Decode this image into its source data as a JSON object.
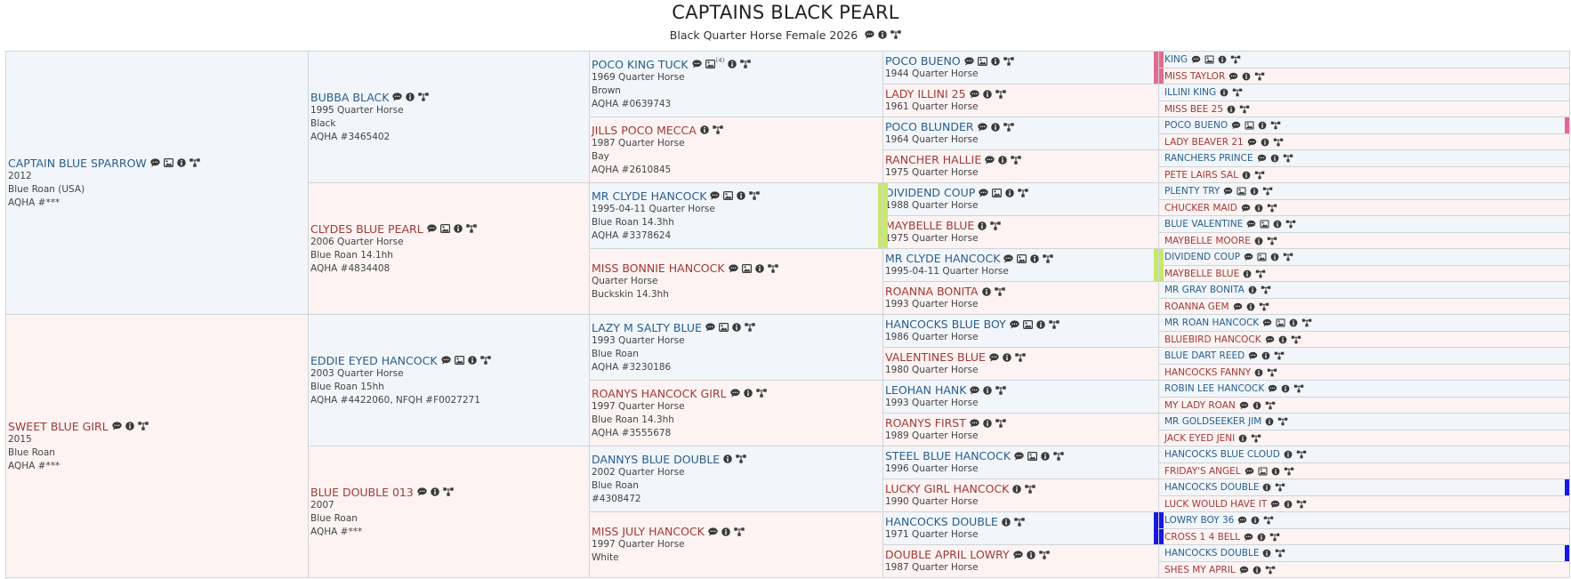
{
  "page": {
    "title": "CAPTAINS BLACK PEARL",
    "subtitle": "Black Quarter Horse Female 2026"
  },
  "colors": {
    "sire_bg": "#f2f6fb",
    "dam_bg": "#fdf3f3",
    "sire_text": "#2a5d8c",
    "dam_text": "#a03a36",
    "mark_pink": "#e36a8e",
    "mark_green": "#c8e86a",
    "mark_blue": "#1818e0"
  },
  "generations": [
    [
      {
        "name": "CAPTAIN BLUE SPARROW",
        "sex": "sire",
        "icons": [
          "comment-icon",
          "image-icon",
          "info-icon",
          "tree-icon"
        ],
        "lines": [
          "2012",
          "Blue Roan (USA)",
          "AQHA #***"
        ]
      },
      {
        "name": "SWEET BLUE GIRL",
        "sex": "dam",
        "icons": [
          "comment-icon",
          "info-icon",
          "tree-icon"
        ],
        "lines": [
          "2015",
          "Blue Roan",
          "AQHA #***"
        ]
      }
    ],
    [
      {
        "name": "BUBBA BLACK",
        "sex": "sire",
        "icons": [
          "comment-icon",
          "info-icon",
          "tree-icon"
        ],
        "lines": [
          "1995 Quarter Horse",
          "Black",
          "AQHA #3465402"
        ]
      },
      {
        "name": "CLYDES BLUE PEARL",
        "sex": "dam",
        "icons": [
          "comment-icon",
          "image-icon",
          "info-icon",
          "tree-icon"
        ],
        "lines": [
          "2006 Quarter Horse",
          "Blue Roan 14.1hh",
          "AQHA #4834408"
        ]
      },
      {
        "name": "EDDIE EYED HANCOCK",
        "sex": "sire",
        "icons": [
          "comment-icon",
          "image-icon",
          "info-icon",
          "tree-icon"
        ],
        "lines": [
          "2003 Quarter Horse",
          "Blue Roan 15hh",
          "AQHA #4422060, NFQH #F0027271"
        ]
      },
      {
        "name": "BLUE DOUBLE 013",
        "sex": "dam",
        "icons": [
          "comment-icon",
          "info-icon",
          "tree-icon"
        ],
        "lines": [
          "2007",
          "Blue Roan",
          "AQHA #***"
        ]
      }
    ],
    [
      {
        "name": "POCO KING TUCK",
        "sex": "sire",
        "icons": [
          "comment-icon",
          "image-icon",
          "info-icon",
          "tree-icon"
        ],
        "photo_count": "(4)",
        "lines": [
          "1969 Quarter Horse",
          "Brown",
          "AQHA #0639743"
        ]
      },
      {
        "name": "JILLS POCO MECCA",
        "sex": "dam",
        "icons": [
          "info-icon",
          "tree-icon"
        ],
        "lines": [
          "1987 Quarter Horse",
          "Bay",
          "AQHA #2610845"
        ]
      },
      {
        "name": "MR CLYDE HANCOCK",
        "sex": "sire",
        "icons": [
          "comment-icon",
          "image-icon",
          "info-icon",
          "tree-icon"
        ],
        "lines": [
          "1995-04-11 Quarter Horse",
          "Blue Roan 14.3hh",
          "AQHA #3378624"
        ],
        "mark": {
          "side": "right",
          "color": "mark_green"
        }
      },
      {
        "name": "MISS BONNIE HANCOCK",
        "sex": "dam",
        "icons": [
          "comment-icon",
          "image-icon",
          "info-icon",
          "tree-icon"
        ],
        "lines": [
          "Quarter Horse",
          "Buckskin 14.3hh"
        ]
      },
      {
        "name": "LAZY M SALTY BLUE",
        "sex": "sire",
        "icons": [
          "comment-icon",
          "image-icon",
          "info-icon",
          "tree-icon"
        ],
        "lines": [
          "1993 Quarter Horse",
          "Blue Roan",
          "AQHA #3230186"
        ]
      },
      {
        "name": "ROANYS HANCOCK GIRL",
        "sex": "dam",
        "icons": [
          "comment-icon",
          "info-icon",
          "tree-icon"
        ],
        "lines": [
          "1997 Quarter Horse",
          "Blue Roan 14.3hh",
          "AQHA #3555678"
        ]
      },
      {
        "name": "DANNYS BLUE DOUBLE",
        "sex": "sire",
        "icons": [
          "info-icon",
          "tree-icon"
        ],
        "lines": [
          "2002 Quarter Horse",
          "Blue Roan",
          "#4308472"
        ]
      },
      {
        "name": "MISS JULY HANCOCK",
        "sex": "dam",
        "icons": [
          "comment-icon",
          "info-icon",
          "tree-icon"
        ],
        "lines": [
          "1997 Quarter Horse",
          "White"
        ]
      }
    ],
    [
      {
        "name": "POCO BUENO",
        "sex": "sire",
        "icons": [
          "comment-icon",
          "image-icon",
          "info-icon",
          "tree-icon"
        ],
        "lines": [
          "1944 Quarter Horse"
        ],
        "mark": {
          "side": "right",
          "color": "mark_pink"
        }
      },
      {
        "name": "LADY ILLINI 25",
        "sex": "dam",
        "icons": [
          "comment-icon",
          "info-icon",
          "tree-icon"
        ],
        "lines": [
          "1961 Quarter Horse"
        ]
      },
      {
        "name": "POCO BLUNDER",
        "sex": "sire",
        "icons": [
          "comment-icon",
          "info-icon",
          "tree-icon"
        ],
        "lines": [
          "1964 Quarter Horse"
        ]
      },
      {
        "name": "RANCHER HALLIE",
        "sex": "dam",
        "icons": [
          "comment-icon",
          "info-icon",
          "tree-icon"
        ],
        "lines": [
          "1975 Quarter Horse"
        ]
      },
      {
        "name": "DIVIDEND COUP",
        "sex": "sire",
        "icons": [
          "comment-icon",
          "image-icon",
          "info-icon",
          "tree-icon"
        ],
        "lines": [
          "1988 Quarter Horse"
        ],
        "mark": {
          "side": "left",
          "color": "mark_green"
        }
      },
      {
        "name": "MAYBELLE BLUE",
        "sex": "dam",
        "icons": [
          "info-icon",
          "tree-icon"
        ],
        "lines": [
          "1975 Quarter Horse"
        ],
        "mark": {
          "side": "left",
          "color": "mark_green"
        }
      },
      {
        "name": "MR CLYDE HANCOCK",
        "sex": "sire",
        "icons": [
          "comment-icon",
          "image-icon",
          "info-icon",
          "tree-icon"
        ],
        "lines": [
          "1995-04-11 Quarter Horse"
        ],
        "mark": {
          "side": "right",
          "color": "mark_green"
        }
      },
      {
        "name": "ROANNA BONITA",
        "sex": "dam",
        "icons": [
          "info-icon",
          "tree-icon"
        ],
        "lines": [
          "1993 Quarter Horse"
        ]
      },
      {
        "name": "HANCOCKS BLUE BOY",
        "sex": "sire",
        "icons": [
          "comment-icon",
          "image-icon",
          "info-icon",
          "tree-icon"
        ],
        "lines": [
          "1986 Quarter Horse"
        ]
      },
      {
        "name": "VALENTINES BLUE",
        "sex": "dam",
        "icons": [
          "comment-icon",
          "info-icon",
          "tree-icon"
        ],
        "lines": [
          "1980 Quarter Horse"
        ]
      },
      {
        "name": "LEOHAN HANK",
        "sex": "sire",
        "icons": [
          "comment-icon",
          "info-icon",
          "tree-icon"
        ],
        "lines": [
          "1993 Quarter Horse"
        ]
      },
      {
        "name": "ROANYS FIRST",
        "sex": "dam",
        "icons": [
          "comment-icon",
          "info-icon",
          "tree-icon"
        ],
        "lines": [
          "1989 Quarter Horse"
        ]
      },
      {
        "name": "STEEL BLUE HANCOCK",
        "sex": "sire",
        "icons": [
          "comment-icon",
          "image-icon",
          "info-icon",
          "tree-icon"
        ],
        "lines": [
          "1996 Quarter Horse"
        ]
      },
      {
        "name": "LUCKY GIRL HANCOCK",
        "sex": "dam",
        "icons": [
          "info-icon",
          "tree-icon"
        ],
        "lines": [
          "1990 Quarter Horse"
        ]
      },
      {
        "name": "HANCOCKS DOUBLE",
        "sex": "sire",
        "icons": [
          "info-icon",
          "tree-icon"
        ],
        "lines": [
          "1971 Quarter Horse"
        ],
        "mark": {
          "side": "right",
          "color": "mark_blue"
        }
      },
      {
        "name": "DOUBLE APRIL LOWRY",
        "sex": "dam",
        "icons": [
          "comment-icon",
          "info-icon",
          "tree-icon"
        ],
        "lines": [
          "1987 Quarter Horse"
        ]
      }
    ],
    [
      {
        "name": "KING",
        "sex": "sire",
        "icons": [
          "comment-icon",
          "image-icon",
          "info-icon",
          "tree-icon"
        ],
        "mark": {
          "side": "left",
          "color": "mark_pink"
        }
      },
      {
        "name": "MISS TAYLOR",
        "sex": "dam",
        "icons": [
          "comment-icon",
          "info-icon",
          "tree-icon"
        ],
        "mark": {
          "side": "left",
          "color": "mark_pink"
        }
      },
      {
        "name": "ILLINI KING",
        "sex": "sire",
        "icons": [
          "info-icon",
          "tree-icon"
        ]
      },
      {
        "name": "MISS BEE 25",
        "sex": "dam",
        "icons": [
          "info-icon",
          "tree-icon"
        ]
      },
      {
        "name": "POCO BUENO",
        "sex": "sire",
        "icons": [
          "comment-icon",
          "image-icon",
          "info-icon",
          "tree-icon"
        ],
        "mark": {
          "side": "right",
          "color": "mark_pink"
        }
      },
      {
        "name": "LADY BEAVER 21",
        "sex": "dam",
        "icons": [
          "comment-icon",
          "info-icon",
          "tree-icon"
        ]
      },
      {
        "name": "RANCHERS PRINCE",
        "sex": "sire",
        "icons": [
          "comment-icon",
          "info-icon",
          "tree-icon"
        ]
      },
      {
        "name": "PETE LAIRS SAL",
        "sex": "dam",
        "icons": [
          "info-icon",
          "tree-icon"
        ]
      },
      {
        "name": "PLENTY TRY",
        "sex": "sire",
        "icons": [
          "comment-icon",
          "image-icon",
          "info-icon",
          "tree-icon"
        ]
      },
      {
        "name": "CHUCKER MAID",
        "sex": "dam",
        "icons": [
          "comment-icon",
          "info-icon",
          "tree-icon"
        ]
      },
      {
        "name": "BLUE VALENTINE",
        "sex": "sire",
        "icons": [
          "comment-icon",
          "image-icon",
          "info-icon",
          "tree-icon"
        ]
      },
      {
        "name": "MAYBELLE MOORE",
        "sex": "dam",
        "icons": [
          "info-icon",
          "tree-icon"
        ]
      },
      {
        "name": "DIVIDEND COUP",
        "sex": "sire",
        "icons": [
          "comment-icon",
          "image-icon",
          "info-icon",
          "tree-icon"
        ],
        "mark": {
          "side": "left",
          "color": "mark_green"
        }
      },
      {
        "name": "MAYBELLE BLUE",
        "sex": "dam",
        "icons": [
          "info-icon",
          "tree-icon"
        ],
        "mark": {
          "side": "left",
          "color": "mark_green"
        }
      },
      {
        "name": "MR GRAY BONITA",
        "sex": "sire",
        "icons": [
          "info-icon",
          "tree-icon"
        ]
      },
      {
        "name": "ROANNA GEM",
        "sex": "dam",
        "icons": [
          "comment-icon",
          "info-icon",
          "tree-icon"
        ]
      },
      {
        "name": "MR ROAN HANCOCK",
        "sex": "sire",
        "icons": [
          "comment-icon",
          "image-icon",
          "info-icon",
          "tree-icon"
        ]
      },
      {
        "name": "BLUEBIRD HANCOCK",
        "sex": "dam",
        "icons": [
          "comment-icon",
          "info-icon",
          "tree-icon"
        ]
      },
      {
        "name": "BLUE DART REED",
        "sex": "sire",
        "icons": [
          "comment-icon",
          "info-icon",
          "tree-icon"
        ]
      },
      {
        "name": "HANCOCKS FANNY",
        "sex": "dam",
        "icons": [
          "info-icon",
          "tree-icon"
        ]
      },
      {
        "name": "ROBIN LEE HANCOCK",
        "sex": "sire",
        "icons": [
          "comment-icon",
          "info-icon",
          "tree-icon"
        ]
      },
      {
        "name": "MY LADY ROAN",
        "sex": "dam",
        "icons": [
          "comment-icon",
          "info-icon",
          "tree-icon"
        ]
      },
      {
        "name": "MR GOLDSEEKER JIM",
        "sex": "sire",
        "icons": [
          "info-icon",
          "tree-icon"
        ]
      },
      {
        "name": "JACK EYED JENI",
        "sex": "dam",
        "icons": [
          "info-icon",
          "tree-icon"
        ]
      },
      {
        "name": "HANCOCKS BLUE CLOUD",
        "sex": "sire",
        "icons": [
          "info-icon",
          "tree-icon"
        ]
      },
      {
        "name": "FRIDAY'S ANGEL",
        "sex": "dam",
        "icons": [
          "comment-icon",
          "image-icon",
          "info-icon",
          "tree-icon"
        ]
      },
      {
        "name": "HANCOCKS DOUBLE",
        "sex": "sire",
        "icons": [
          "info-icon",
          "tree-icon"
        ],
        "mark": {
          "side": "right",
          "color": "mark_blue"
        }
      },
      {
        "name": "LUCK WOULD HAVE IT",
        "sex": "dam",
        "icons": [
          "comment-icon",
          "info-icon",
          "tree-icon"
        ]
      },
      {
        "name": "LOWRY BOY 36",
        "sex": "sire",
        "icons": [
          "comment-icon",
          "info-icon",
          "tree-icon"
        ],
        "mark": {
          "side": "left",
          "color": "mark_blue"
        }
      },
      {
        "name": "CROSS 1 4 BELL",
        "sex": "dam",
        "icons": [
          "comment-icon",
          "info-icon",
          "tree-icon"
        ],
        "mark": {
          "side": "left",
          "color": "mark_blue"
        }
      },
      {
        "name": "HANCOCKS DOUBLE",
        "sex": "sire",
        "icons": [
          "info-icon",
          "tree-icon"
        ],
        "mark": {
          "side": "right",
          "color": "mark_blue"
        }
      },
      {
        "name": "SHES MY APRIL",
        "sex": "dam",
        "icons": [
          "comment-icon",
          "info-icon",
          "tree-icon"
        ]
      }
    ]
  ]
}
